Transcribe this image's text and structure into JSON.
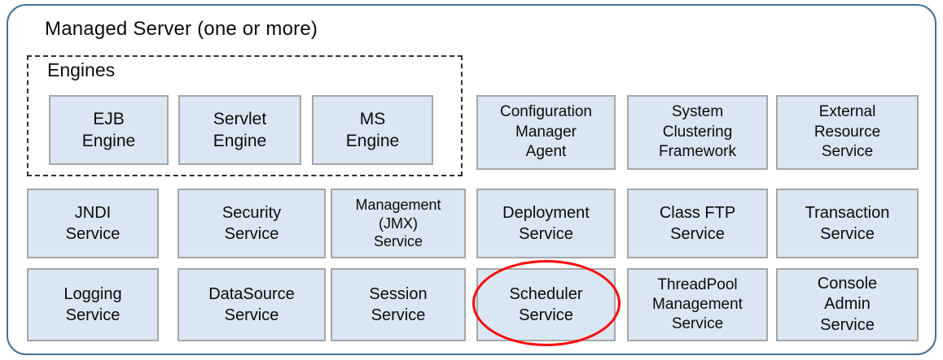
{
  "title": "Managed Server (one or more)",
  "engines": {
    "label": "Engines",
    "items": [
      {
        "label": "EJB\nEngine"
      },
      {
        "label": "Servlet\nEngine"
      },
      {
        "label": "MS\nEngine"
      }
    ]
  },
  "top_row": [
    {
      "label": "Configuration\nManager\nAgent"
    },
    {
      "label": "System\nClustering\nFramework"
    },
    {
      "label": "External\nResource\nService"
    }
  ],
  "middle_row": [
    {
      "label": "JNDI\nService"
    },
    {
      "label": "Security\nService"
    },
    {
      "label": "Management\n(JMX)\nService"
    },
    {
      "label": "Deployment\nService"
    },
    {
      "label": "Class FTP\nService"
    },
    {
      "label": "Transaction\nService"
    }
  ],
  "bottom_row": [
    {
      "label": "Logging\nService"
    },
    {
      "label": "DataSource\nService"
    },
    {
      "label": "Session\nService"
    },
    {
      "label": "Scheduler\nService"
    },
    {
      "label": "ThreadPool\nManagement\nService"
    },
    {
      "label": "Console\nAdmin\nService"
    }
  ],
  "annotation": {
    "type": "ellipse-highlight",
    "target": "Scheduler Service",
    "color": "#fe0505"
  },
  "colors": {
    "box_fill": "#dae6f3",
    "box_border": "#a6a6a6",
    "frame_border": "#41719c",
    "dashed_border": "#2f2f2f",
    "highlight": "#fe0505"
  }
}
